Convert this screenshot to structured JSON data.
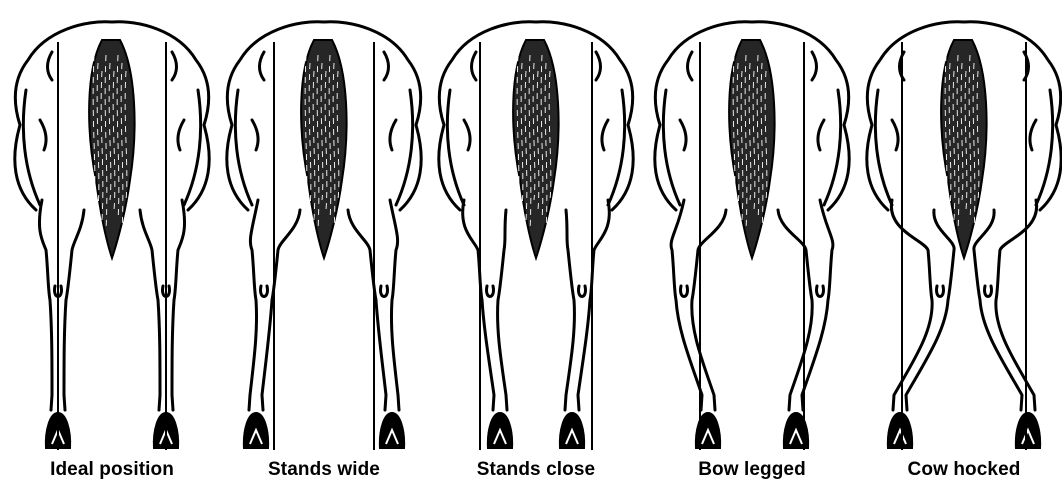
{
  "figure": {
    "panels": [
      {
        "caption": "Ideal position",
        "stance": "ideal"
      },
      {
        "caption": "Stands wide",
        "stance": "wide"
      },
      {
        "caption": "Stands close",
        "stance": "close"
      },
      {
        "caption": "Bow legged",
        "stance": "bow"
      },
      {
        "caption": "Cow hocked",
        "stance": "cow"
      }
    ]
  },
  "colors": {
    "ink": "#000000",
    "background": "#ffffff"
  }
}
